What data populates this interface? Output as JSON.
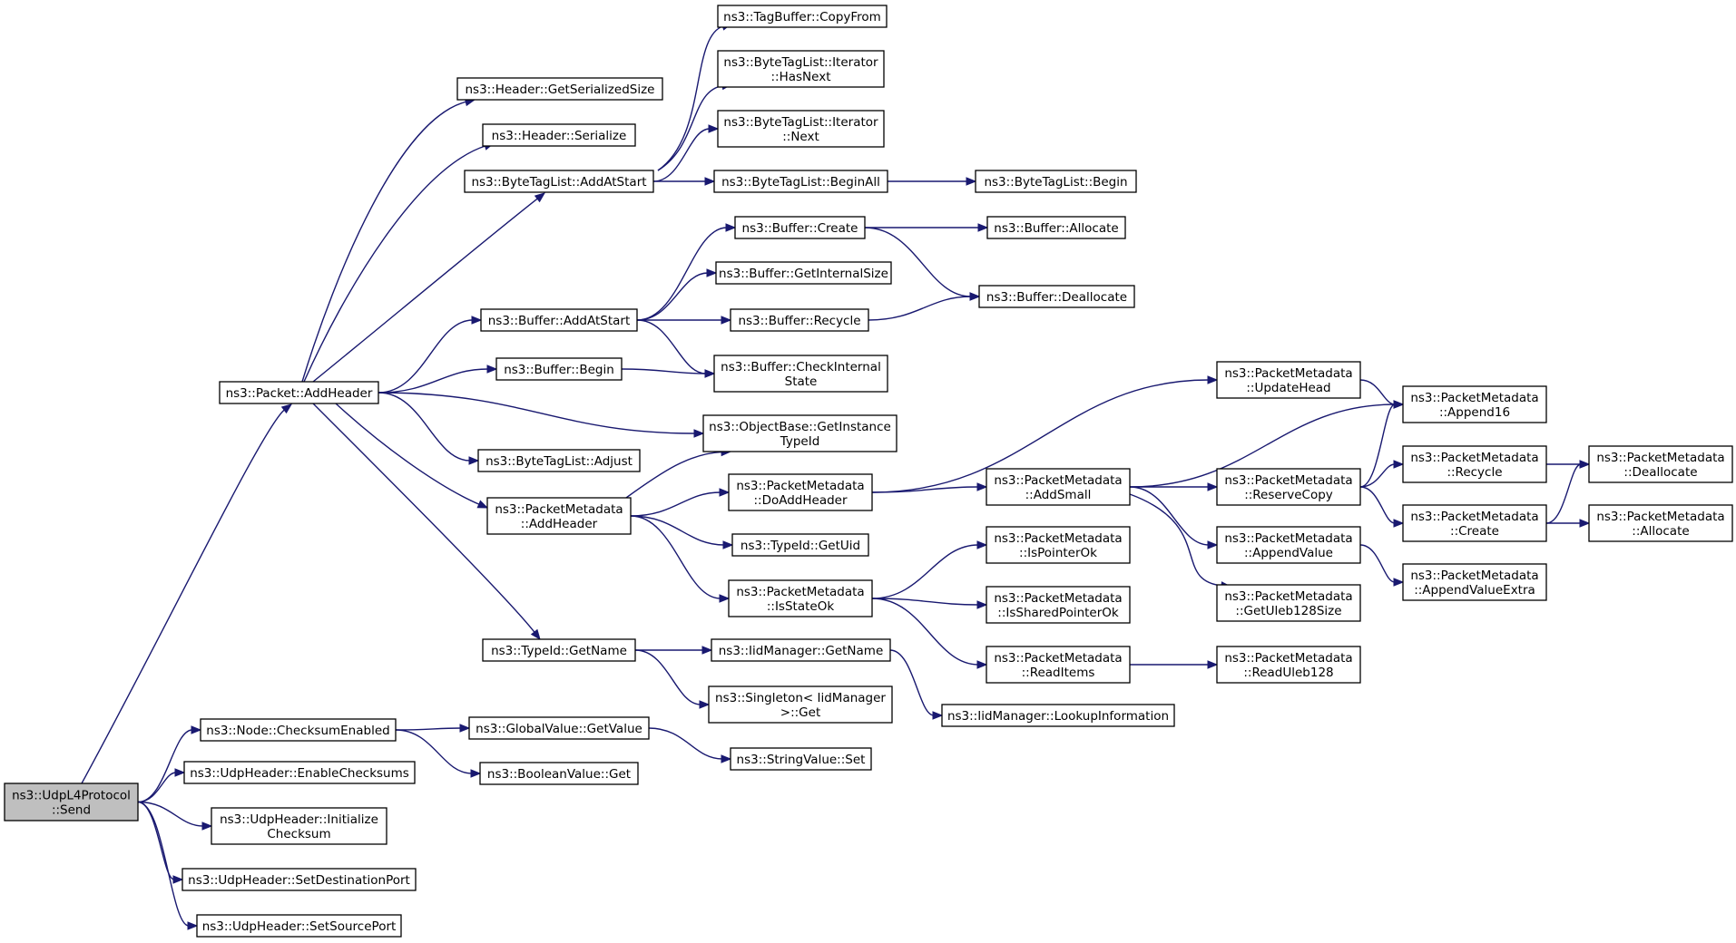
{
  "diagram": {
    "colors": {
      "edge": "#191970",
      "root_fill": "#bfbfbf",
      "node_fill": "#ffffff",
      "border": "#000000"
    },
    "nodes": [
      {
        "id": "udp_send",
        "lines": [
          "ns3::UdpL4Protocol",
          "::Send"
        ],
        "root": true
      },
      {
        "id": "packet_addheader",
        "lines": [
          "ns3::Packet::AddHeader"
        ]
      },
      {
        "id": "node_checksum",
        "lines": [
          "ns3::Node::ChecksumEnabled"
        ]
      },
      {
        "id": "udp_enablechecksums",
        "lines": [
          "ns3::UdpHeader::EnableChecksums"
        ]
      },
      {
        "id": "udp_initchecksum",
        "lines": [
          "ns3::UdpHeader::Initialize",
          "Checksum"
        ]
      },
      {
        "id": "udp_setdestport",
        "lines": [
          "ns3::UdpHeader::SetDestinationPort"
        ]
      },
      {
        "id": "udp_setsrcport",
        "lines": [
          "ns3::UdpHeader::SetSourcePort"
        ]
      },
      {
        "id": "header_getsize",
        "lines": [
          "ns3::Header::GetSerializedSize"
        ]
      },
      {
        "id": "header_serialize",
        "lines": [
          "ns3::Header::Serialize"
        ]
      },
      {
        "id": "btl_addatstart",
        "lines": [
          "ns3::ByteTagList::AddAtStart"
        ]
      },
      {
        "id": "buffer_addatstart",
        "lines": [
          "ns3::Buffer::AddAtStart"
        ]
      },
      {
        "id": "buffer_begin",
        "lines": [
          "ns3::Buffer::Begin"
        ]
      },
      {
        "id": "btl_adjust",
        "lines": [
          "ns3::ByteTagList::Adjust"
        ]
      },
      {
        "id": "pm_addheader",
        "lines": [
          "ns3::PacketMetadata",
          "::AddHeader"
        ]
      },
      {
        "id": "typeid_getname",
        "lines": [
          "ns3::TypeId::GetName"
        ]
      },
      {
        "id": "gv_getvalue",
        "lines": [
          "ns3::GlobalValue::GetValue"
        ]
      },
      {
        "id": "bool_get",
        "lines": [
          "ns3::BooleanValue::Get"
        ]
      },
      {
        "id": "tagbuffer_copyfrom",
        "lines": [
          "ns3::TagBuffer::CopyFrom"
        ]
      },
      {
        "id": "btl_it_hasnext",
        "lines": [
          "ns3::ByteTagList::Iterator",
          "::HasNext"
        ]
      },
      {
        "id": "btl_it_next",
        "lines": [
          "ns3::ByteTagList::Iterator",
          "::Next"
        ]
      },
      {
        "id": "btl_beginall",
        "lines": [
          "ns3::ByteTagList::BeginAll"
        ]
      },
      {
        "id": "buffer_create",
        "lines": [
          "ns3::Buffer::Create"
        ]
      },
      {
        "id": "buffer_getinternalsize",
        "lines": [
          "ns3::Buffer::GetInternalSize"
        ]
      },
      {
        "id": "buffer_recycle",
        "lines": [
          "ns3::Buffer::Recycle"
        ]
      },
      {
        "id": "buffer_checkinternal",
        "lines": [
          "ns3::Buffer::CheckInternal",
          "State"
        ]
      },
      {
        "id": "ob_getinstancetypeid",
        "lines": [
          "ns3::ObjectBase::GetInstance",
          "TypeId"
        ]
      },
      {
        "id": "pm_doaddheader",
        "lines": [
          "ns3::PacketMetadata",
          "::DoAddHeader"
        ]
      },
      {
        "id": "typeid_getuid",
        "lines": [
          "ns3::TypeId::GetUid"
        ]
      },
      {
        "id": "pm_isstateok",
        "lines": [
          "ns3::PacketMetadata",
          "::IsStateOk"
        ]
      },
      {
        "id": "iid_getname",
        "lines": [
          "ns3::IidManager::GetName"
        ]
      },
      {
        "id": "singleton_get",
        "lines": [
          "ns3::Singleton< IidManager",
          ">::Get"
        ]
      },
      {
        "id": "stringvalue_set",
        "lines": [
          "ns3::StringValue::Set"
        ]
      },
      {
        "id": "btl_begin",
        "lines": [
          "ns3::ByteTagList::Begin"
        ]
      },
      {
        "id": "buffer_allocate",
        "lines": [
          "ns3::Buffer::Allocate"
        ]
      },
      {
        "id": "buffer_deallocate",
        "lines": [
          "ns3::Buffer::Deallocate"
        ]
      },
      {
        "id": "pm_addsmall",
        "lines": [
          "ns3::PacketMetadata",
          "::AddSmall"
        ]
      },
      {
        "id": "pm_ispointerok",
        "lines": [
          "ns3::PacketMetadata",
          "::IsPointerOk"
        ]
      },
      {
        "id": "pm_issharedpointerok",
        "lines": [
          "ns3::PacketMetadata",
          "::IsSharedPointerOk"
        ]
      },
      {
        "id": "pm_readitems",
        "lines": [
          "ns3::PacketMetadata",
          "::ReadItems"
        ]
      },
      {
        "id": "iid_lookupinfo",
        "lines": [
          "ns3::IidManager::LookupInformation"
        ]
      },
      {
        "id": "pm_updatehead",
        "lines": [
          "ns3::PacketMetadata",
          "::UpdateHead"
        ]
      },
      {
        "id": "pm_reservecopy",
        "lines": [
          "ns3::PacketMetadata",
          "::ReserveCopy"
        ]
      },
      {
        "id": "pm_appendvalue",
        "lines": [
          "ns3::PacketMetadata",
          "::AppendValue"
        ]
      },
      {
        "id": "pm_getuleb128size",
        "lines": [
          "ns3::PacketMetadata",
          "::GetUleb128Size"
        ]
      },
      {
        "id": "pm_readuleb128",
        "lines": [
          "ns3::PacketMetadata",
          "::ReadUleb128"
        ]
      },
      {
        "id": "pm_append16",
        "lines": [
          "ns3::PacketMetadata",
          "::Append16"
        ]
      },
      {
        "id": "pm_recycle",
        "lines": [
          "ns3::PacketMetadata",
          "::Recycle"
        ]
      },
      {
        "id": "pm_create",
        "lines": [
          "ns3::PacketMetadata",
          "::Create"
        ]
      },
      {
        "id": "pm_appendvalueextra",
        "lines": [
          "ns3::PacketMetadata",
          "::AppendValueExtra"
        ]
      },
      {
        "id": "pm_deallocate",
        "lines": [
          "ns3::PacketMetadata",
          "::Deallocate"
        ]
      },
      {
        "id": "pm_allocate",
        "lines": [
          "ns3::PacketMetadata",
          "::Allocate"
        ]
      }
    ],
    "edges": [
      [
        "udp_send",
        "packet_addheader"
      ],
      [
        "udp_send",
        "node_checksum"
      ],
      [
        "udp_send",
        "udp_enablechecksums"
      ],
      [
        "udp_send",
        "udp_initchecksum"
      ],
      [
        "udp_send",
        "udp_setdestport"
      ],
      [
        "udp_send",
        "udp_setsrcport"
      ],
      [
        "packet_addheader",
        "header_getsize"
      ],
      [
        "packet_addheader",
        "header_serialize"
      ],
      [
        "packet_addheader",
        "btl_addatstart"
      ],
      [
        "packet_addheader",
        "buffer_addatstart"
      ],
      [
        "packet_addheader",
        "buffer_begin"
      ],
      [
        "packet_addheader",
        "ob_getinstancetypeid"
      ],
      [
        "packet_addheader",
        "btl_adjust"
      ],
      [
        "packet_addheader",
        "pm_addheader"
      ],
      [
        "packet_addheader",
        "typeid_getname"
      ],
      [
        "node_checksum",
        "gv_getvalue"
      ],
      [
        "node_checksum",
        "bool_get"
      ],
      [
        "gv_getvalue",
        "stringvalue_set"
      ],
      [
        "btl_addatstart",
        "tagbuffer_copyfrom"
      ],
      [
        "btl_addatstart",
        "btl_it_hasnext"
      ],
      [
        "btl_addatstart",
        "btl_it_next"
      ],
      [
        "btl_addatstart",
        "btl_beginall"
      ],
      [
        "btl_beginall",
        "btl_begin"
      ],
      [
        "buffer_addatstart",
        "buffer_create"
      ],
      [
        "buffer_addatstart",
        "buffer_getinternalsize"
      ],
      [
        "buffer_addatstart",
        "buffer_recycle"
      ],
      [
        "buffer_addatstart",
        "buffer_checkinternal"
      ],
      [
        "buffer_begin",
        "buffer_checkinternal"
      ],
      [
        "buffer_create",
        "buffer_allocate"
      ],
      [
        "buffer_create",
        "buffer_deallocate"
      ],
      [
        "buffer_recycle",
        "buffer_deallocate"
      ],
      [
        "pm_addheader",
        "ob_getinstancetypeid"
      ],
      [
        "pm_addheader",
        "pm_doaddheader"
      ],
      [
        "pm_addheader",
        "typeid_getuid"
      ],
      [
        "pm_addheader",
        "pm_isstateok"
      ],
      [
        "pm_doaddheader",
        "pm_updatehead"
      ],
      [
        "pm_doaddheader",
        "pm_addsmall"
      ],
      [
        "pm_isstateok",
        "pm_ispointerok"
      ],
      [
        "pm_isstateok",
        "pm_issharedpointerok"
      ],
      [
        "pm_isstateok",
        "pm_readitems"
      ],
      [
        "pm_readitems",
        "pm_readuleb128"
      ],
      [
        "typeid_getname",
        "iid_getname"
      ],
      [
        "typeid_getname",
        "singleton_get"
      ],
      [
        "iid_getname",
        "iid_lookupinfo"
      ],
      [
        "pm_updatehead",
        "pm_append16"
      ],
      [
        "pm_addsmall",
        "pm_append16"
      ],
      [
        "pm_addsmall",
        "pm_reservecopy"
      ],
      [
        "pm_addsmall",
        "pm_appendvalue"
      ],
      [
        "pm_addsmall",
        "pm_getuleb128size"
      ],
      [
        "pm_reservecopy",
        "pm_append16"
      ],
      [
        "pm_reservecopy",
        "pm_recycle"
      ],
      [
        "pm_reservecopy",
        "pm_create"
      ],
      [
        "pm_recycle",
        "pm_deallocate"
      ],
      [
        "pm_create",
        "pm_deallocate"
      ],
      [
        "pm_create",
        "pm_allocate"
      ],
      [
        "pm_appendvalue",
        "pm_appendvalueextra"
      ]
    ]
  }
}
